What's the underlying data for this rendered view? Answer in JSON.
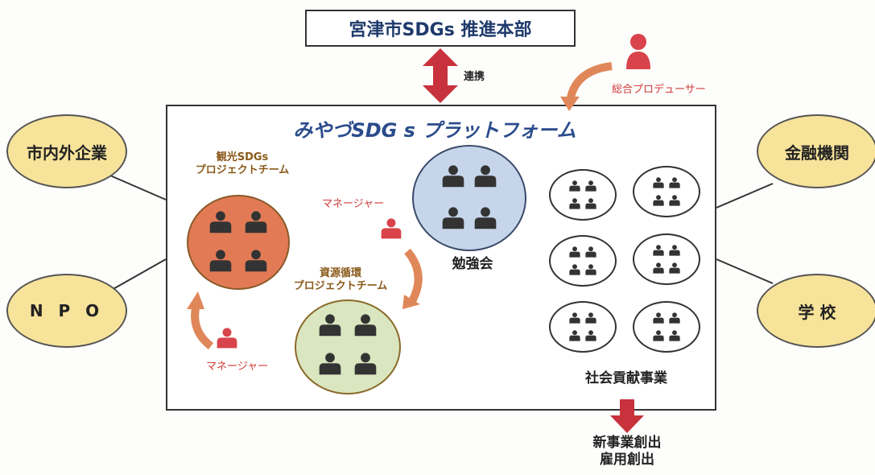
{
  "hq": {
    "label": "宮津市SDGs 推進本部"
  },
  "link": {
    "label": "連携"
  },
  "platform": {
    "title": "みやづSDG s  プラットフォーム"
  },
  "producer": {
    "label": "総合プロデューサー"
  },
  "external": {
    "top_left": "市内外企業",
    "bottom_left": "N P O",
    "top_right": "金融機関",
    "bottom_right": "学 校"
  },
  "teams": {
    "tourism": {
      "line1": "観光SDGs",
      "line2": "プロジェクトチーム"
    },
    "resource": {
      "line1": "資源循環",
      "line2": "プロジェクトチーム"
    },
    "manager_top": "マネージャー",
    "manager_bottom": "マネージャー"
  },
  "study": {
    "label": "勉強会"
  },
  "social": {
    "label": "社会貢献事業"
  },
  "outcome": {
    "line1": "新事業創出",
    "line2": "雇用創出"
  },
  "colors": {
    "tourism_fill": "#e27b55",
    "resource_fill": "#d9e6c0",
    "study_fill": "#c6d5ea",
    "accent_red": "#c8323c",
    "arrow_orange": "#e0875a",
    "yellow": "#f7e39a"
  }
}
